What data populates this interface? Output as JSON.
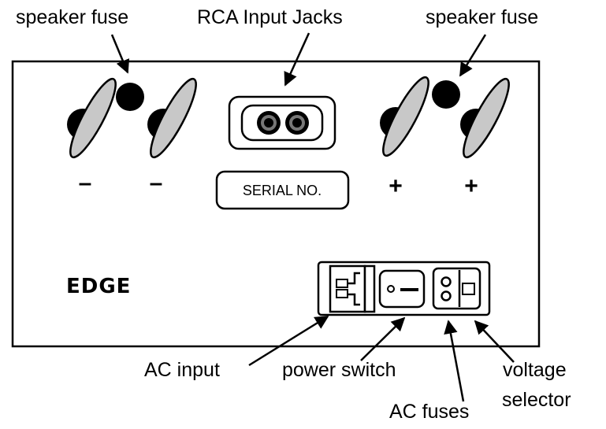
{
  "labels": {
    "speaker_fuse_left": "speaker fuse",
    "rca_input_jacks": "RCA Input Jacks",
    "speaker_fuse_right": "speaker fuse",
    "ac_input": "AC input",
    "power_switch": "power switch",
    "ac_fuses": "AC fuses",
    "voltage_selector_line1": "voltage",
    "voltage_selector_line2": "selector"
  },
  "panel": {
    "serial_label": "SERIAL NO.",
    "logo": "EDGE",
    "terminal_signs": [
      "–",
      "–",
      "+",
      "+"
    ]
  },
  "colors": {
    "terminal_fill": "#c8c8c8",
    "outline": "#000000"
  }
}
